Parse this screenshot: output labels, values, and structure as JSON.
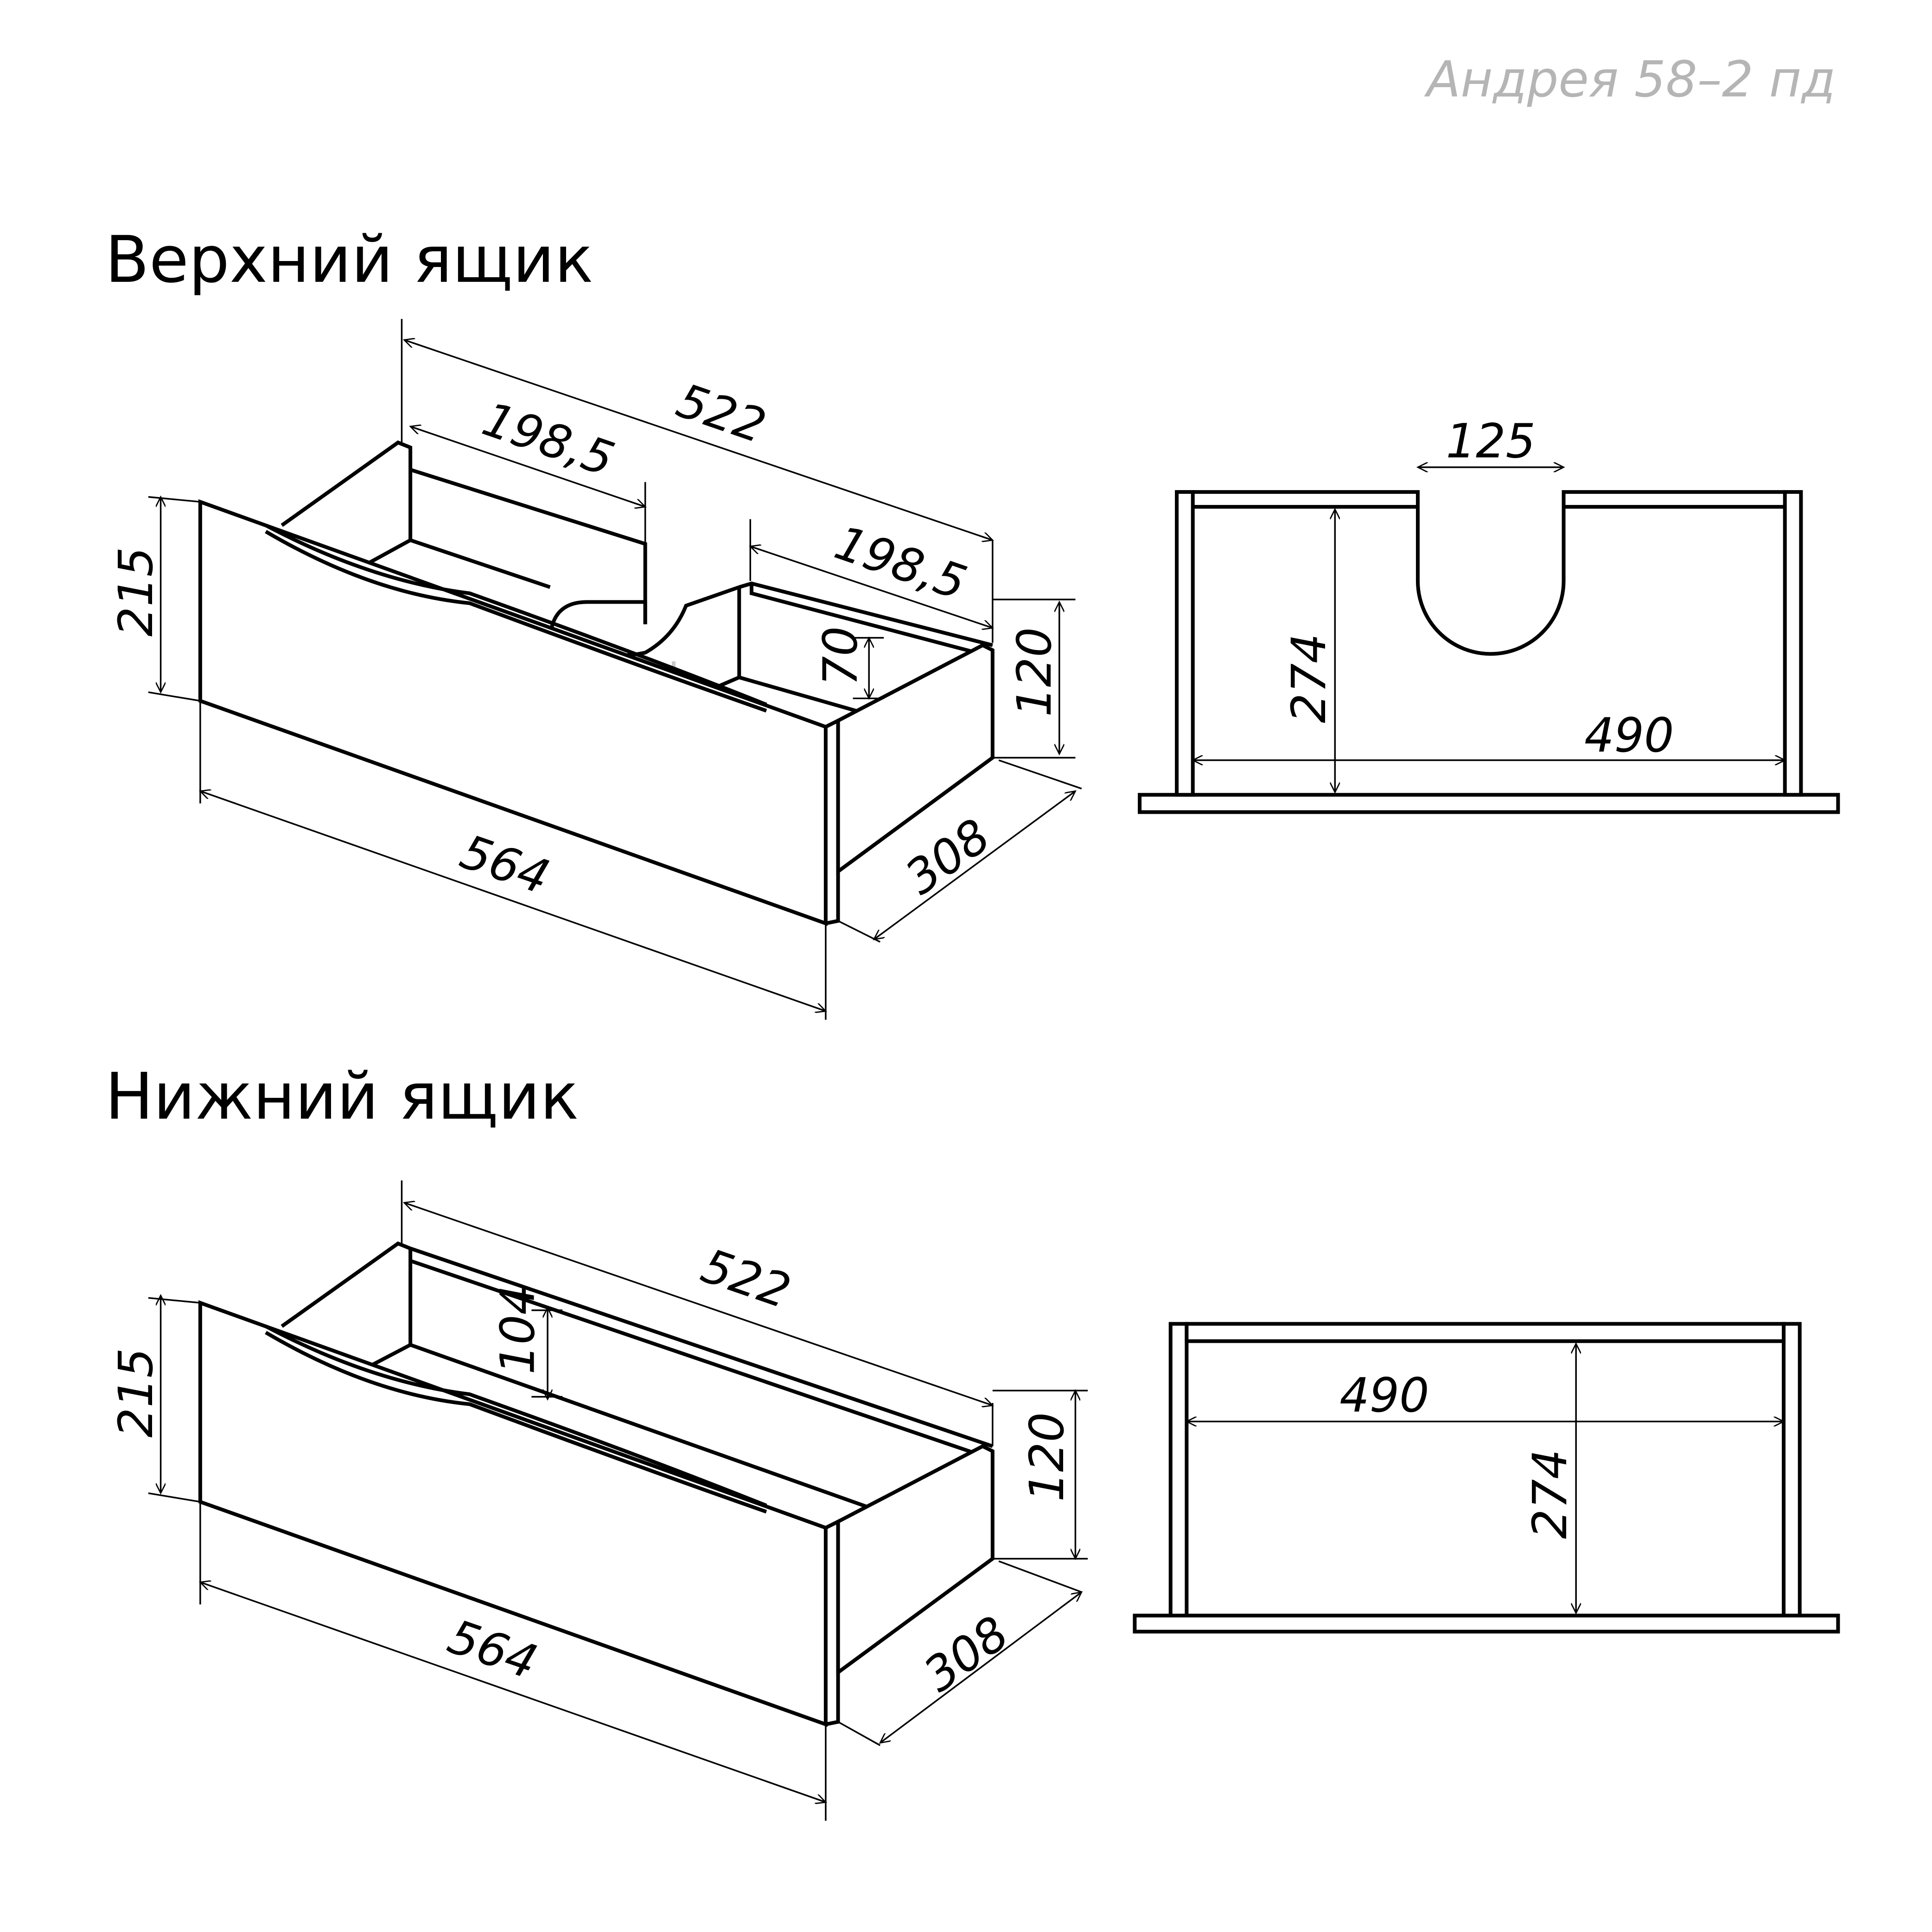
{
  "watermark": "Андрея 58–2 пд",
  "upper": {
    "title": "Верхний ящик",
    "dims": {
      "d522": "522",
      "d198a": "198,5",
      "d198b": "198,5",
      "d215": "215",
      "d120": "120",
      "d70": "70",
      "d564": "564",
      "d308": "308",
      "d125": "125",
      "d274": "274",
      "d490": "490"
    }
  },
  "lower": {
    "title": "Нижний ящик",
    "dims": {
      "d522": "522",
      "d104": "104",
      "d215": "215",
      "d120": "120",
      "d564": "564",
      "d308": "308",
      "d490": "490",
      "d274": "274"
    }
  },
  "colors": {
    "line": "#000000",
    "hidden": "#c8c8c8",
    "watermark": "#b5b5b5"
  }
}
